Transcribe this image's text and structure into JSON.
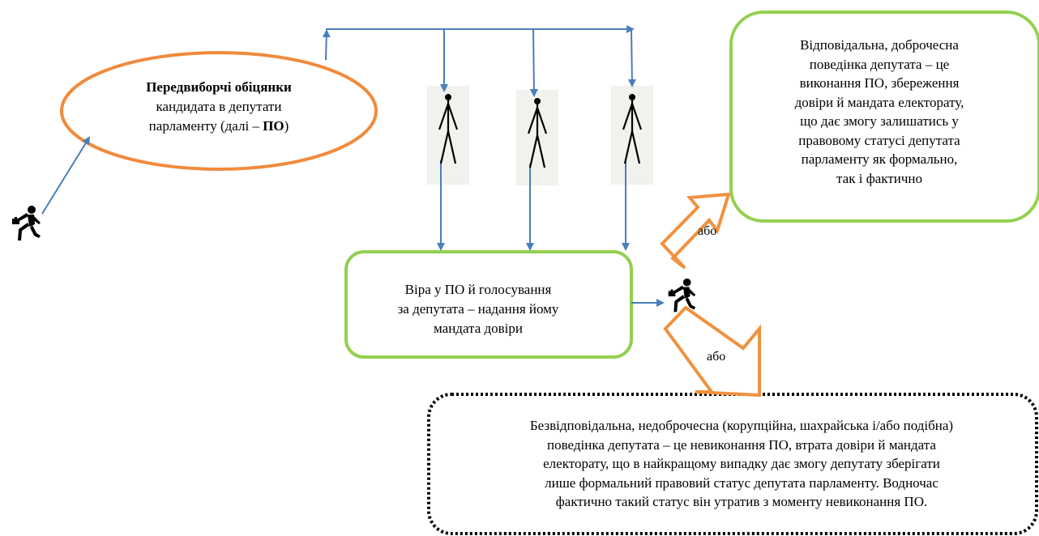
{
  "oval": {
    "title": "Передвиборчі обіцянки",
    "line2": "кандидата в депутати",
    "line3_prefix": "парламенту (далі – ",
    "line3_bold": "ПО",
    "line3_suffix": ")"
  },
  "green_top": {
    "lines": [
      "Відповідальна, доброчесна",
      "поведінка депутата – це",
      "виконання ПО, збереження",
      "довіри й мандата електорату,",
      "що дає змогу залишатись у",
      "правовому статусі депутата",
      "парламенту як формально,",
      "так і фактично"
    ]
  },
  "green_middle": {
    "lines": [
      "Віра у ПО й голосування",
      "за депутата – надання йому",
      "мандата довіри"
    ]
  },
  "dotted_box": {
    "lines": [
      "Безвідповідальна, недоброчесна (корупційна, шахрайська і/або подібна)",
      "поведінка депутата – це невиконання ПО, втрата довіри й мандата",
      "електорату, що в найкращому випадку дає змогу депутату зберігати",
      "лише формальний правовий статус депутата парламенту. Водночас",
      "фактично такий статус він утратив з моменту невиконання ПО."
    ]
  },
  "arrows": {
    "label_top": "або",
    "label_bottom": "або"
  },
  "colors": {
    "oval_border": "#f08a3c",
    "green_border": "#92d050",
    "arrow_blue": "#4a7ebb",
    "big_arrow_orange": "#f0913f",
    "dotted_border": "#000000"
  },
  "icons": [
    "running-man-icon",
    "voter-figure-icon"
  ]
}
